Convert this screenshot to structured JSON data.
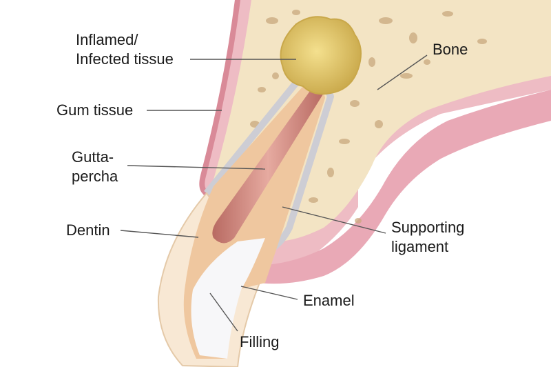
{
  "labels": {
    "inflamed": {
      "line1": "Inflamed/",
      "line2": "Infected tissue"
    },
    "bone": "Bone",
    "gum": "Gum tissue",
    "gutta": {
      "line1": "Gutta-",
      "line2": "percha"
    },
    "dentin": "Dentin",
    "ligament": {
      "line1": "Supporting",
      "line2": "ligament"
    },
    "enamel": "Enamel",
    "filling": "Filling"
  },
  "colors": {
    "bone": "#f3e4c4",
    "bone_pores": "#c9a87e",
    "gum": "#eebcc4",
    "gum_edge": "#d98a98",
    "ligament": "#cdcdd4",
    "dentin": "#efc79f",
    "enamel": "#f8e8d4",
    "filling": "#f7f7f9",
    "gutta_percha": "#cf8a80",
    "infection": "#e6c86a",
    "leader_line": "#555555"
  }
}
